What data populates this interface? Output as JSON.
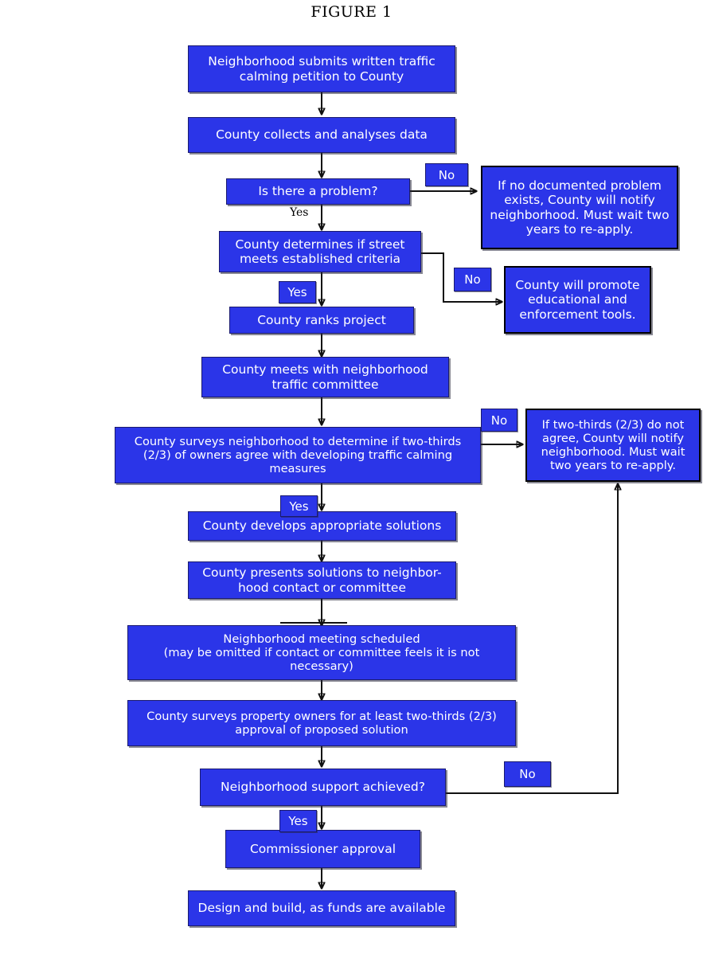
{
  "figure": {
    "title": "FIGURE 1"
  },
  "palette": {
    "box_fill": "#2b35e8",
    "box_text": "#ffffff",
    "box_border": "#1a1a6e",
    "outcome_border": "#000000",
    "connector": "#111111",
    "background": "#ffffff"
  },
  "nodes": {
    "n1": "Neighborhood submits written traffic calming petition to County",
    "n2": "County collects and analyses data",
    "n3": "Is there a problem?",
    "n4": "County determines if street meets established criteria",
    "n5": "County ranks project",
    "n6": "County meets with neighborhood traffic committee",
    "n7": "County surveys neighborhood to determine if two-thirds (2/3) of owners agree with developing traffic calming measures",
    "n8": "County develops appropriate solutions",
    "n9": "County presents solutions to neighbor-hood contact or committee",
    "n10_line1": "Neighborhood meeting scheduled",
    "n10_line2": "(may be omitted if contact or committee feels it is not necessary)",
    "n11": "County surveys property owners for at least two-thirds (2/3) approval of proposed solution",
    "n12": "Neighborhood support achieved?",
    "n13": "Commissioner approval",
    "n14": "Design and build, as funds are available"
  },
  "outcomes": {
    "o1": "If no documented problem exists, County will notify neighborhood. Must wait two years to re-apply.",
    "o2": "County will promote educational and enforcement tools.",
    "o3": "If two-thirds (2/3) do not agree, County will notify neighborhood. Must wait two years to re-apply."
  },
  "edge_labels": {
    "no_problem": "No",
    "yes_problem": "Yes",
    "no_criteria": "No",
    "yes_criteria": "Yes",
    "no_survey": "No",
    "yes_survey": "Yes",
    "no_support": "No",
    "yes_support": "Yes"
  }
}
